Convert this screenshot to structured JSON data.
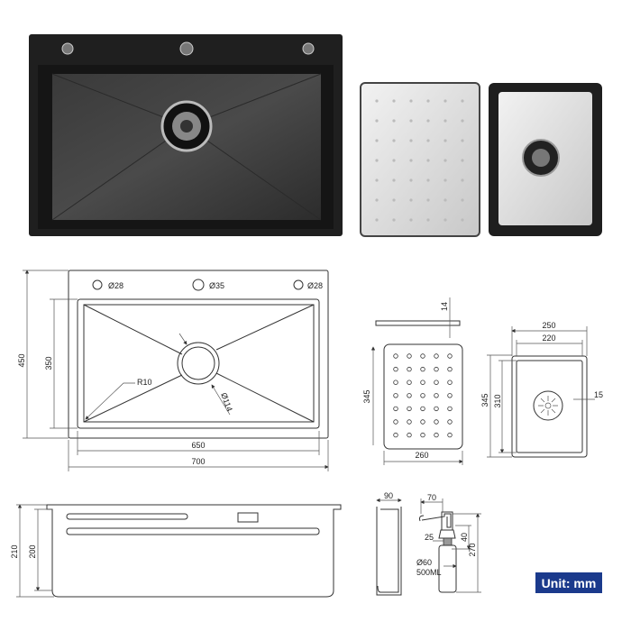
{
  "photos": {
    "main_sink": "black-sink-photo",
    "board": "drain-board-photo",
    "small_sink": "small-sink-photo"
  },
  "main_plan": {
    "hole_left": "Ø28",
    "hole_center": "Ø35",
    "hole_right": "Ø28",
    "radius": "R10",
    "drain": "Ø114",
    "height_outer": "450",
    "height_inner": "350",
    "width_inner": "650",
    "width_outer": "700"
  },
  "board": {
    "thickness": "14",
    "height": "345",
    "width": "260"
  },
  "small_sink": {
    "width_outer": "250",
    "width_inner": "220",
    "height_outer": "345",
    "height_inner": "310",
    "rim": "15"
  },
  "side_view": {
    "depth_outer": "210",
    "depth_inner": "200"
  },
  "small_profile": {
    "depth": "90"
  },
  "dispenser": {
    "spout": "70",
    "thread": "25",
    "neck": "40",
    "total": "270",
    "diameter": "Ø60",
    "volume": "500ML"
  },
  "unit_label": "Unit: mm",
  "colors": {
    "sink": "#1e1e1e",
    "badge": "#1b3a8c"
  }
}
